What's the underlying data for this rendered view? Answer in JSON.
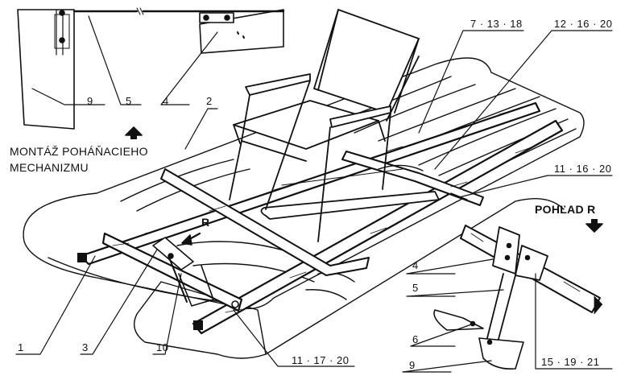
{
  "captions": {
    "mount_line1": "MONTÁŽ POHÁŇACIEHO",
    "mount_line2": "MECHANIZMU",
    "view_r": "POHĽAD R",
    "arrow_r": "R"
  },
  "labels": {
    "top_9": "9",
    "top_5": "5",
    "top_4": "4",
    "lbl_2": "2",
    "lbl_7_13_18": "7 · 13 · 18",
    "lbl_12_16_20": "12 · 16 · 20",
    "lbl_11_16_20": "11 · 16 · 20",
    "lbl_1": "1",
    "lbl_3": "3",
    "lbl_10": "10",
    "lbl_11_17_20": "11 · 17 · 20",
    "det_4": "4",
    "det_5": "5",
    "det_6": "6",
    "det_9": "9",
    "det_15_19_21": "15 · 19 · 21"
  }
}
